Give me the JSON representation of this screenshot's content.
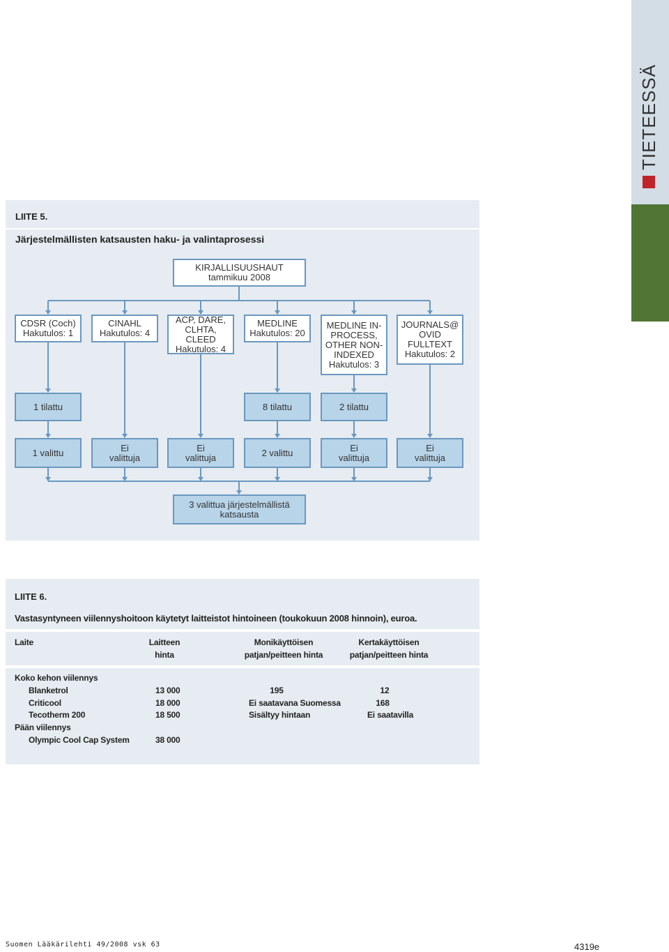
{
  "side_tab": {
    "label": "TIETEESSÄ"
  },
  "liite5": {
    "label": "LIITE 5.",
    "title": "Järjestelmällisten katsausten haku- ja valintaprosessi",
    "top_box": "KIRJALLISUUSHAUT\ntammikuu 2008",
    "databases": [
      "CDSR (Coch)\nHakutulos: 1",
      "CINAHL\nHakutulos: 4",
      "ACP, DARE,\nCLHTA, CLEED\nHakutulos: 4",
      "MEDLINE\nHakutulos: 20",
      "MEDLINE IN-\nPROCESS,\nOTHER NON-\nINDEXED\nHakutulos: 3",
      "JOURNALS@\nOVID\nFULLTEXT\nHakutulos: 2"
    ],
    "ordered": [
      {
        "col": 0,
        "text": "1 tilattu"
      },
      {
        "col": 3,
        "text": "8 tilattu"
      },
      {
        "col": 4,
        "text": "2 tilattu"
      }
    ],
    "selected": [
      "1 valittu",
      "Ei\nvalittuja",
      "Ei\nvalittuja",
      "2 valittu",
      "Ei\nvalittuja",
      "Ei\nvalittuja"
    ],
    "final_box": "3 valittua järjestelmällistä\nkatsausta"
  },
  "liite6": {
    "label": "LIITE 6.",
    "title": "Vastasyntyneen viilennyshoitoon käytetyt laitteistot hintoineen (toukokuun 2008 hinnoin), euroa.",
    "headers": {
      "col1": "Laite",
      "col2_line1": "Laitteen",
      "col2_line2": "hinta",
      "col3_line1": "Monikäyttöisen",
      "col3_line2": "patjan/peitteen hinta",
      "col4_line1": "Kertakäyttöisen",
      "col4_line2": "patjan/peitteen hinta"
    },
    "rows": [
      {
        "name": "Koko kehon viilennys",
        "indent": false,
        "price": "",
        "multi": "",
        "single": ""
      },
      {
        "name": "Blanketrol",
        "indent": true,
        "price": "13 000",
        "multi": "195",
        "single": "12"
      },
      {
        "name": "Criticool",
        "indent": true,
        "price": "18 000",
        "multi": "Ei saatavana Suomessa",
        "single": "168"
      },
      {
        "name": "Tecotherm 200",
        "indent": true,
        "price": "18 500",
        "multi": "Sisältyy hintaan",
        "single": "Ei saatavilla"
      },
      {
        "name": "Pään viilennys",
        "indent": false,
        "price": "",
        "multi": "",
        "single": ""
      },
      {
        "name": "Olympic Cool Cap System",
        "indent": true,
        "price": "38 000",
        "multi": "",
        "single": ""
      }
    ]
  },
  "footer": {
    "journal": "Suomen Lääkärilehti 49/2008 vsk 63",
    "page": "4319e"
  }
}
